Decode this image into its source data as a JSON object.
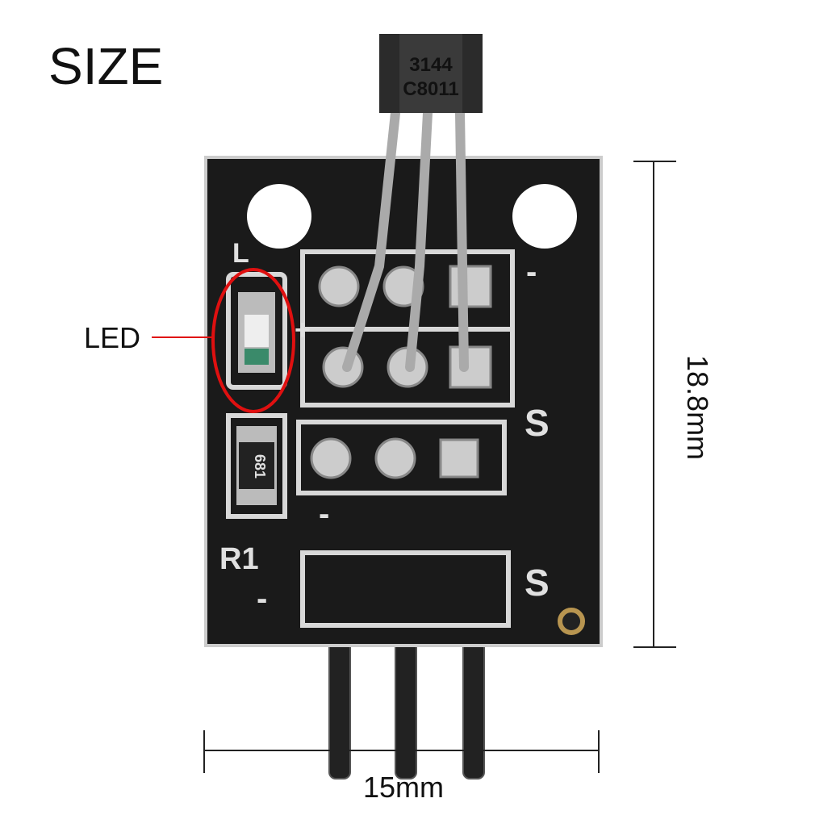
{
  "title": "SIZE",
  "callout": {
    "label": "LED",
    "color": "#e01010"
  },
  "dimensions": {
    "height": "18.8mm",
    "width": "15mm"
  },
  "sensor": {
    "line1": "3144",
    "line2": "C8011"
  },
  "silkscreen": {
    "l": "L",
    "plus": "+",
    "minus_top": "-",
    "s_mid": "S",
    "s_bottom": "S",
    "minus_left": "-",
    "minus_bottom": "-",
    "r1": "R1",
    "resistor_code": "681"
  }
}
